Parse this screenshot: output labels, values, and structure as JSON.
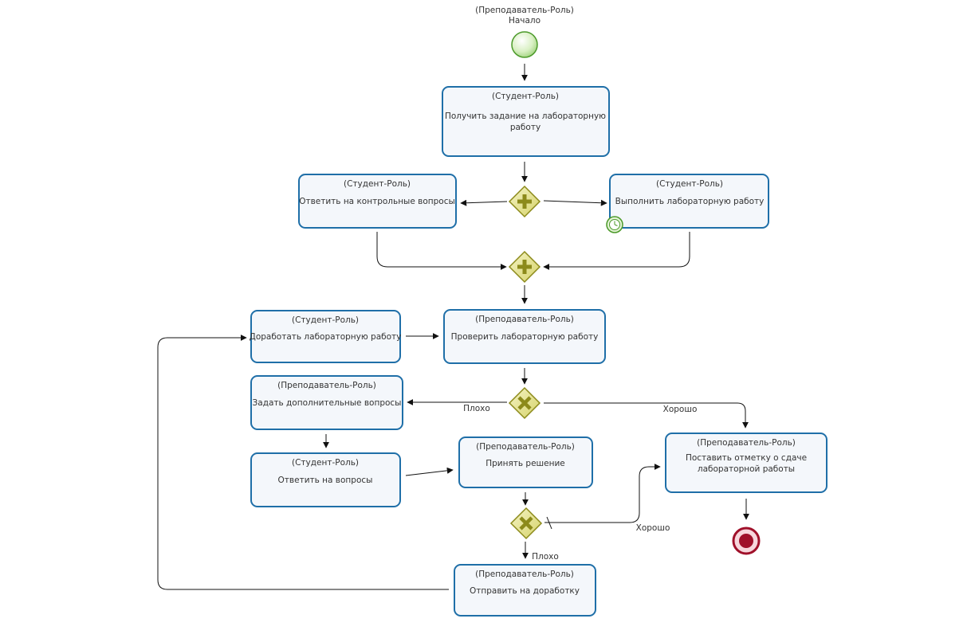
{
  "start": {
    "role": "(Преподаватель-Роль)",
    "label": "Начало"
  },
  "tasks": {
    "get_assignment": {
      "role": "(Студент-Роль)",
      "lines": [
        "Получить задание на лабораторную",
        "работу"
      ]
    },
    "answer_control": {
      "role": "(Студент-Роль)",
      "lines": [
        "Ответить на контрольные вопросы"
      ]
    },
    "do_lab": {
      "role": "(Студент-Роль)",
      "lines": [
        "Выполнить лабораторную работу"
      ]
    },
    "rework_lab": {
      "role": "(Студент-Роль)",
      "lines": [
        "Доработать лабораторную работу"
      ]
    },
    "check_lab": {
      "role": "(Преподаватель-Роль)",
      "lines": [
        "Проверить лабораторную работу"
      ]
    },
    "ask_extra": {
      "role": "(Преподаватель-Роль)",
      "lines": [
        "Задать дополнительные вопросы"
      ]
    },
    "answer_questions": {
      "role": "(Студент-Роль)",
      "lines": [
        "Ответить на вопросы"
      ]
    },
    "make_decision": {
      "role": "(Преподаватель-Роль)",
      "lines": [
        "Принять решение"
      ]
    },
    "set_mark": {
      "role": "(Преподаватель-Роль)",
      "lines": [
        "Поставить отметку о сдаче",
        "лабораторной работы"
      ]
    },
    "send_rework": {
      "role": "(Преподаватель-Роль)",
      "lines": [
        "Отправить на доработку"
      ]
    }
  },
  "edge_labels": {
    "bad_1": "Плохо",
    "good_1": "Хорошо",
    "good_2": "Хорошо",
    "bad_2": "Плохо"
  },
  "gateways": {
    "parallel_split": "parallel",
    "parallel_join": "parallel",
    "exclusive_check": "exclusive",
    "exclusive_decision": "exclusive"
  },
  "colors": {
    "task_border": "#1f6fa8",
    "task_fill": "#f4f7fb",
    "gateway_fill": "#e9e8a0",
    "gateway_stroke": "#8c8a1a",
    "start_fill": "#c6e8a8",
    "end_fill": "#a0102a"
  }
}
